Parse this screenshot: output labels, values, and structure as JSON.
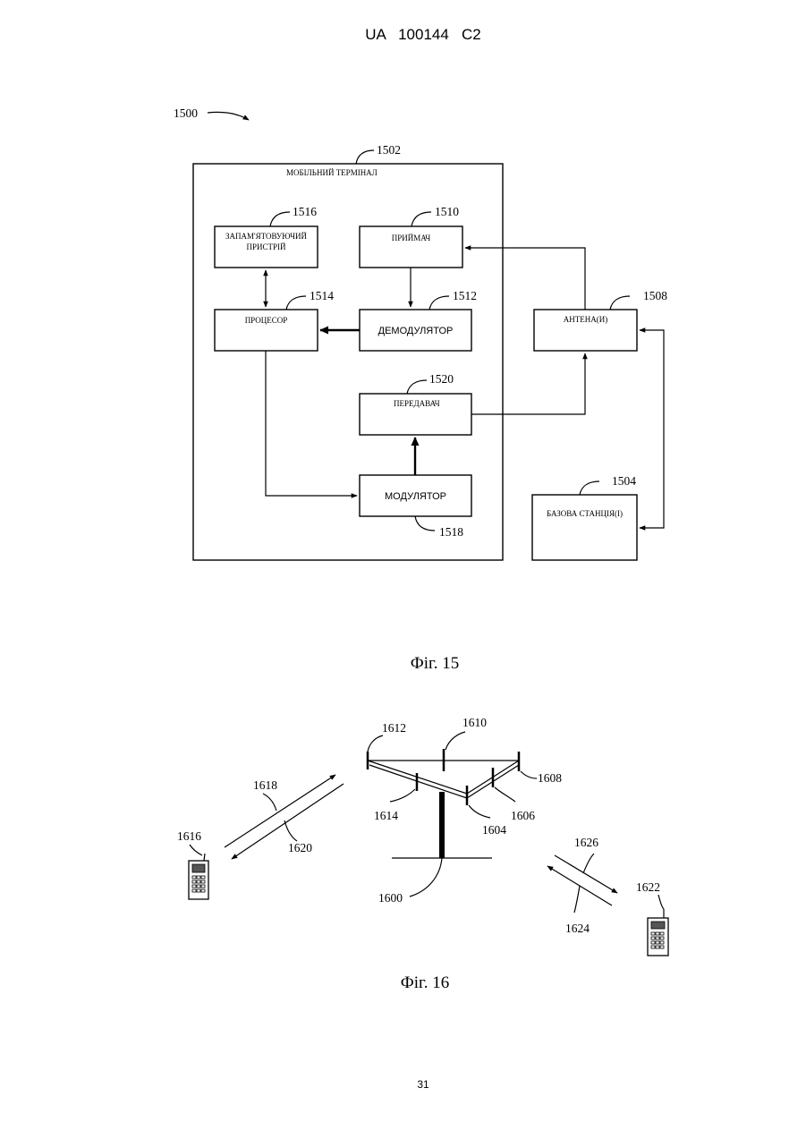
{
  "header": {
    "patent_number": "UA   100144   C2"
  },
  "fig15": {
    "ref_system": "1500",
    "terminal": {
      "ref": "1502",
      "label": "МОБІЛЬНИЙ ТЕРМІНАЛ"
    },
    "memory": {
      "ref": "1516",
      "label_line1": "ЗАПАМ'ЯТОВУЮЧИЙ",
      "label_line2": "ПРИСТРІЙ"
    },
    "receiver": {
      "ref": "1510",
      "label": "ПРИЙМАЧ"
    },
    "processor": {
      "ref": "1514",
      "label": "ПРОЦЕСОР"
    },
    "demodulator": {
      "ref": "1512",
      "label": "ДЕМОДУЛЯТОР"
    },
    "antenna": {
      "ref": "1508",
      "label": "АНТЕНА(И)"
    },
    "transmitter": {
      "ref": "1520",
      "label": "ПЕРЕДАВАЧ"
    },
    "modulator": {
      "ref": "1518",
      "label": "МОДУЛЯТОР"
    },
    "base_station": {
      "ref": "1504",
      "label": "БАЗОВА СТАНЦІЯ(І)"
    },
    "caption": "Фіг. 15"
  },
  "fig16": {
    "refs": {
      "r1612": "1612",
      "r1610": "1610",
      "r1608": "1608",
      "r1618": "1618",
      "r1614": "1614",
      "r1606": "1606",
      "r1604": "1604",
      "r1616": "1616",
      "r1620": "1620",
      "r1626": "1626",
      "r1622": "1622",
      "r1600": "1600",
      "r1624": "1624"
    },
    "caption": "Фіг. 16"
  },
  "footer": {
    "page_number": "31"
  }
}
